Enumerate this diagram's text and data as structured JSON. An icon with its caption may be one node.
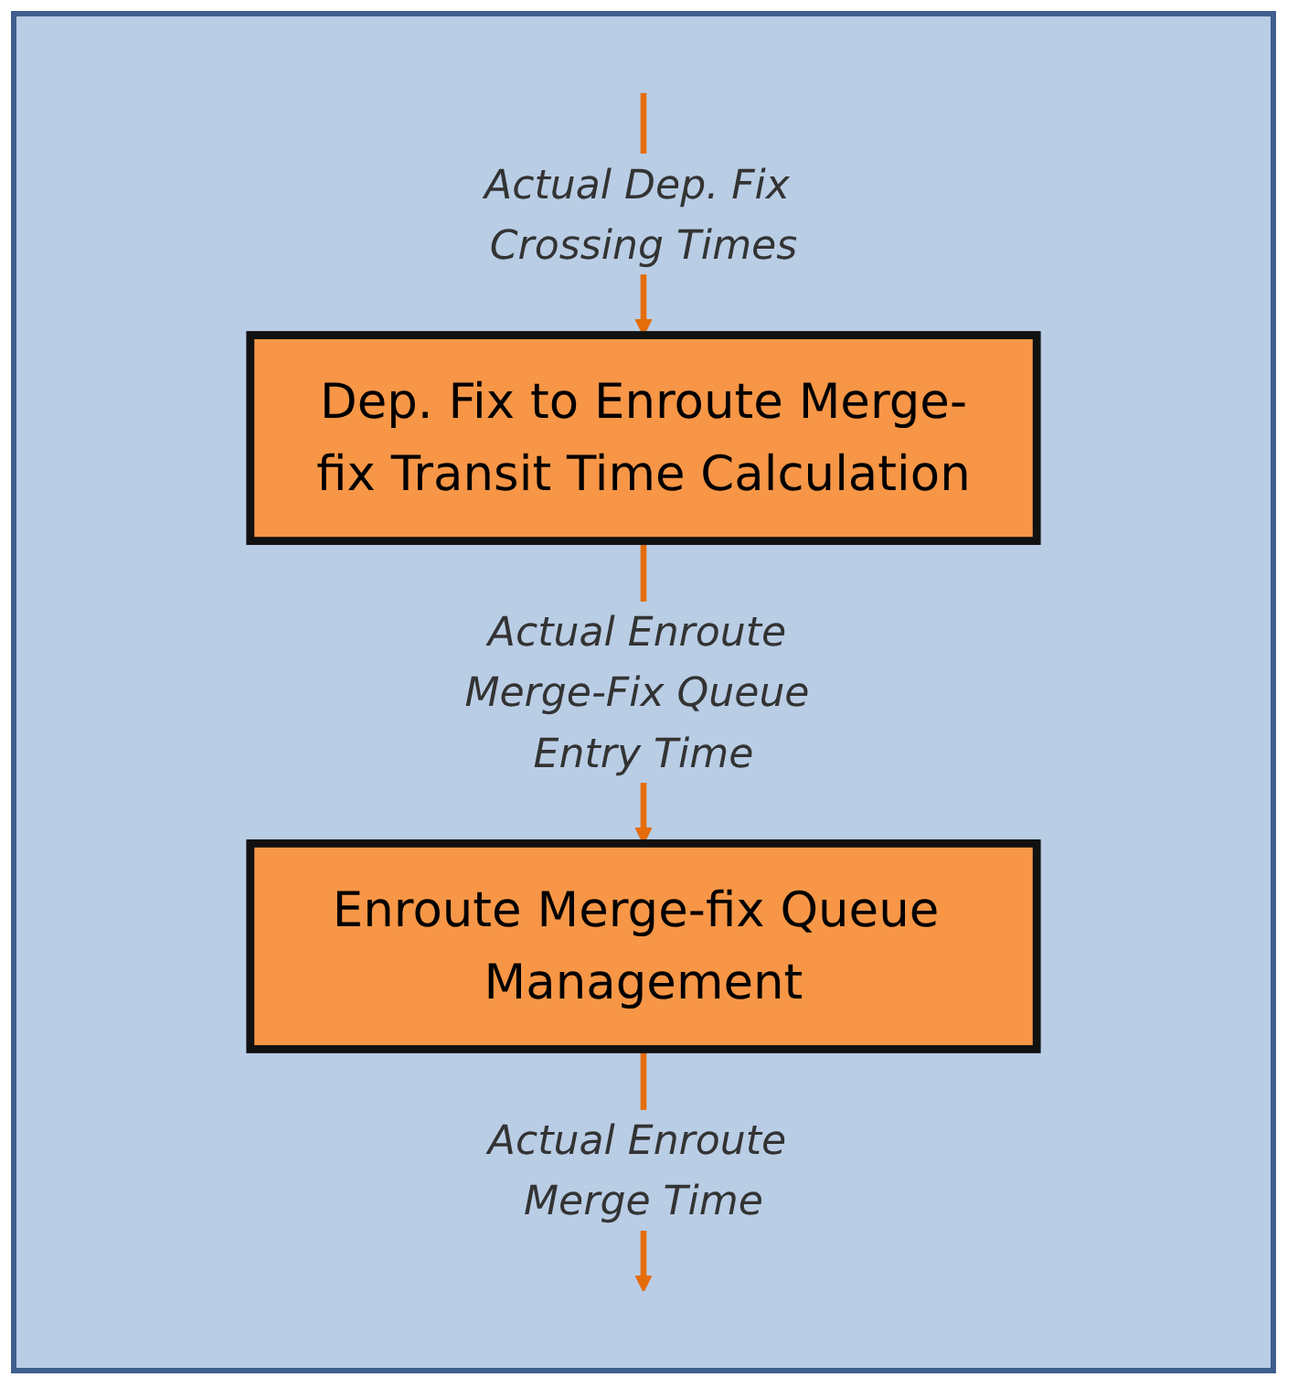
{
  "diagram": {
    "nodes": [
      {
        "text": [
          "Dep. Fix to Enroute Merge-fix Transit Time Calculation"
        ]
      },
      {
        "text": [
          "Enroute Merge-fix Queue Management"
        ]
      }
    ],
    "edges": [
      {
        "from": null,
        "to": 0,
        "arrow": "to",
        "label": "Actual Dep. Fix Crossing Times"
      },
      {
        "from": 0,
        "to": 1,
        "arrow": "to",
        "label": "Actual Enroute Merge-Fix Queue Entry Time"
      },
      {
        "from": 1,
        "to": null,
        "arrow": "to",
        "label": "Actual Enroute Merge Time"
      }
    ]
  }
}
